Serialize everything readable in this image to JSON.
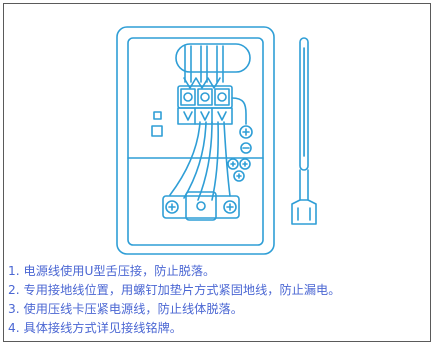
{
  "colors": {
    "outline": "#2f9ed6",
    "text": "#4b67d3",
    "frame": "#5a5a5a"
  },
  "diagram": {
    "icons": [
      "mounting-plate",
      "terminal-block",
      "cable-bundle",
      "ground-terminal",
      "cable-clamp",
      "screwdriver-tool"
    ]
  },
  "notes": [
    "1. 电源线使用U型舌压接，防止脱落。",
    "2. 专用接地线位置，用螺钉加垫片方式紧固地线，防止漏电。",
    "3. 使用压线卡压紧电源线，防止线体脱落。",
    "4. 具体接线方式详见接线铭牌。"
  ]
}
